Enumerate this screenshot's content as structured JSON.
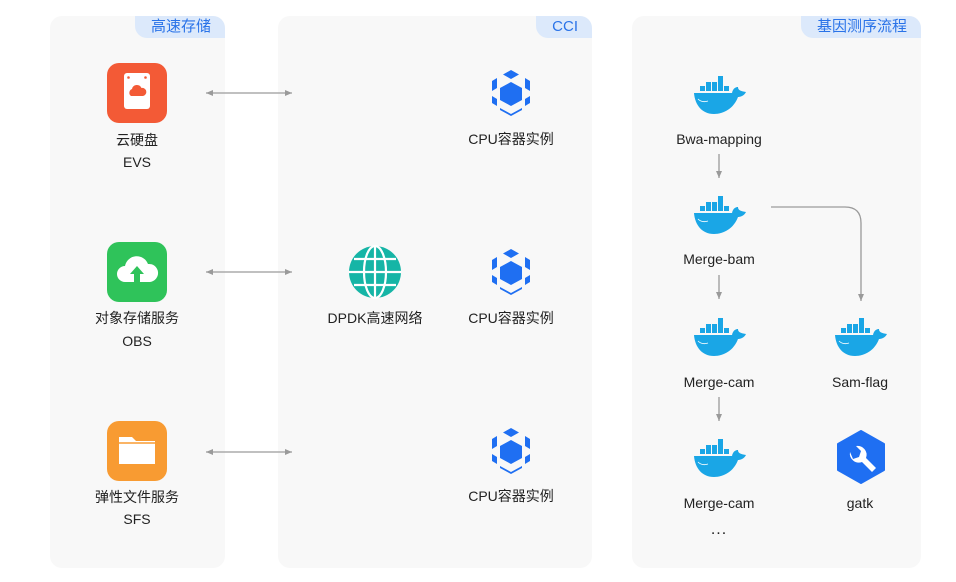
{
  "groups": {
    "storage": {
      "title": "高速存储"
    },
    "cci": {
      "title": "CCI"
    },
    "pipeline": {
      "title": "基因测序流程"
    }
  },
  "storage_items": [
    {
      "name": "云硬盘",
      "abbr": "EVS",
      "icon": "cloud-disk-icon",
      "color": "#f35a36"
    },
    {
      "name": "对象存储服务",
      "abbr": "OBS",
      "icon": "cloud-upload-icon",
      "color": "#2fc35a"
    },
    {
      "name": "弹性文件服务",
      "abbr": "SFS",
      "icon": "folder-icon",
      "color": "#f89b32"
    }
  ],
  "network": {
    "name": "DPDK高速网络",
    "icon": "globe-icon",
    "color": "#16b5a6"
  },
  "cci_items": [
    {
      "name": "CPU容器实例",
      "icon": "container-cube-icon"
    },
    {
      "name": "CPU容器实例",
      "icon": "container-cube-icon"
    },
    {
      "name": "CPU容器实例",
      "icon": "container-cube-icon"
    }
  ],
  "pipeline_steps": [
    {
      "name": "Bwa-mapping",
      "icon": "docker-icon"
    },
    {
      "name": "Merge-bam",
      "icon": "docker-icon"
    },
    {
      "name": "Merge-cam",
      "icon": "docker-icon"
    },
    {
      "name": "Sam-flag",
      "icon": "docker-icon"
    },
    {
      "name": "Merge-cam",
      "icon": "docker-icon"
    },
    {
      "name": "gatk",
      "icon": "wrench-hexagon-icon"
    }
  ],
  "ellipsis": "...",
  "colors": {
    "accent": "#2a73e8",
    "docker": "#1aa6e6",
    "cci": "#1f6ff2",
    "arrow": "#9a9a9a"
  }
}
